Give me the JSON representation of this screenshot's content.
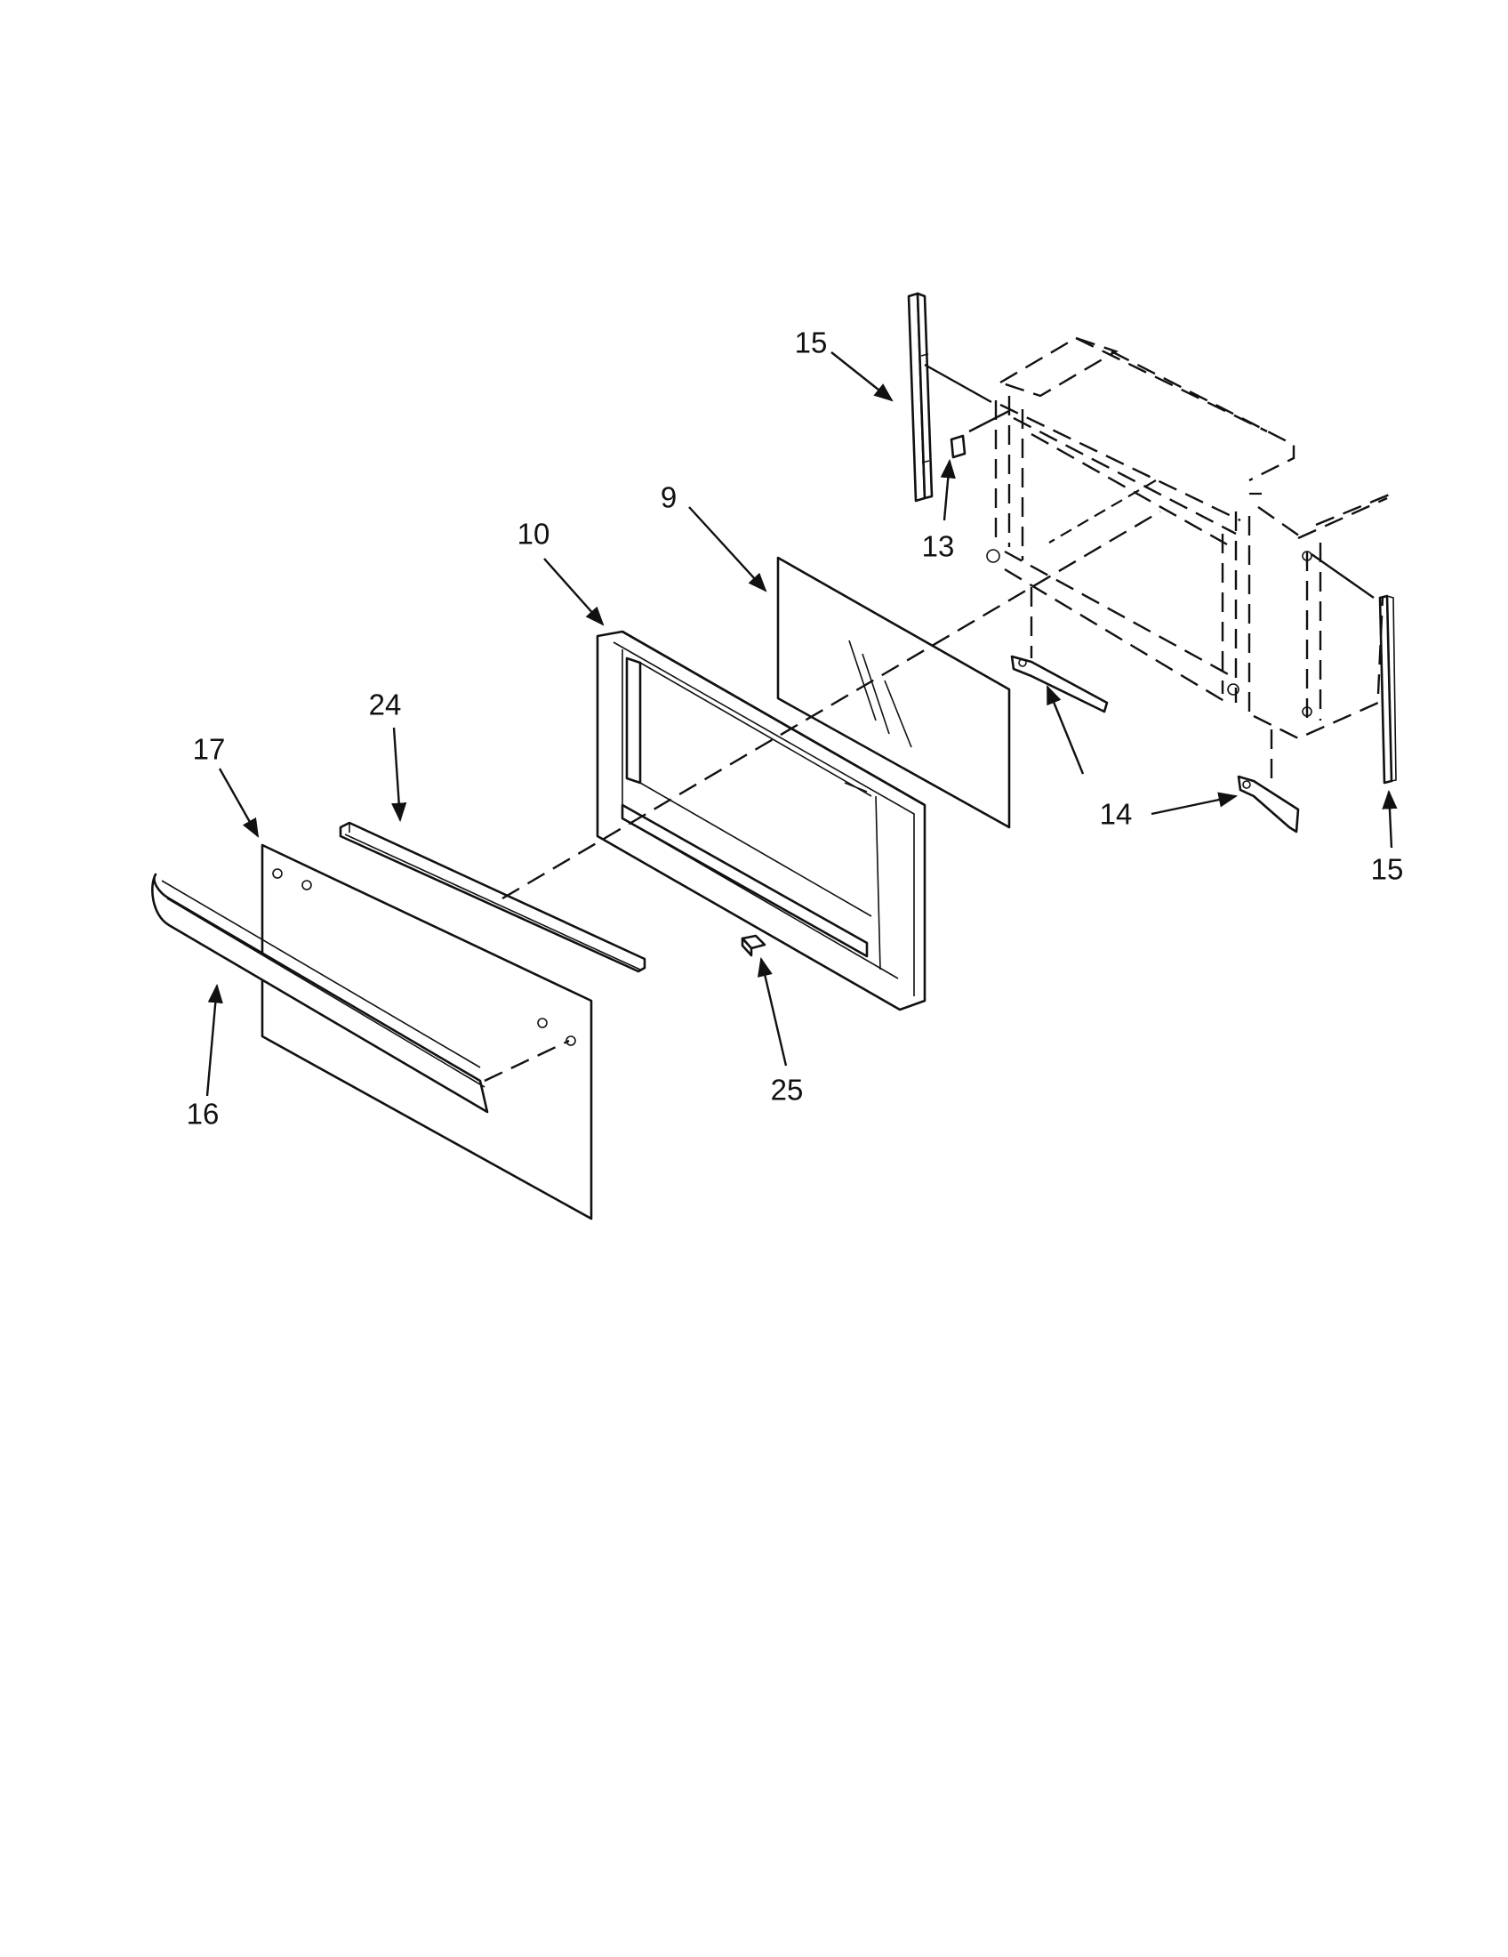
{
  "callouts": [
    {
      "id": "c15a",
      "label": "15"
    },
    {
      "id": "c13",
      "label": "13"
    },
    {
      "id": "c9",
      "label": "9"
    },
    {
      "id": "c10",
      "label": "10"
    },
    {
      "id": "c24",
      "label": "24"
    },
    {
      "id": "c17",
      "label": "17"
    },
    {
      "id": "c14",
      "label": "14"
    },
    {
      "id": "c15b",
      "label": "15"
    },
    {
      "id": "c25",
      "label": "25"
    },
    {
      "id": "c16",
      "label": "16"
    }
  ],
  "colors": {
    "ink": "#111111",
    "paper": "#ffffff"
  }
}
